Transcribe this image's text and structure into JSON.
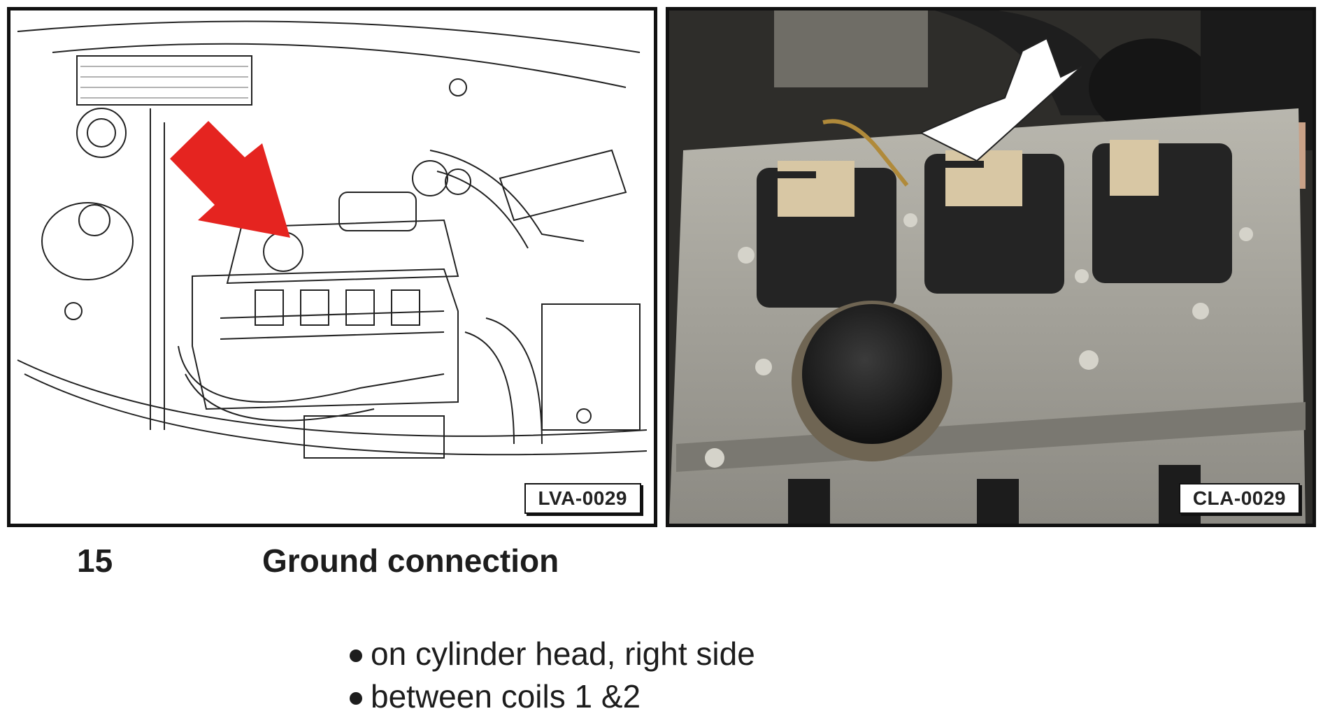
{
  "figures": {
    "left": {
      "label": "LVA-0029"
    },
    "right": {
      "label": "CLA-0029"
    }
  },
  "item": {
    "number": "15",
    "title": "Ground connection"
  },
  "bullets": [
    "on cylinder head, right side",
    "between coils 1 &2"
  ],
  "colors": {
    "left_arrow": "#e52420",
    "right_arrow": "#ffffff",
    "text": "#1d1d1d"
  }
}
